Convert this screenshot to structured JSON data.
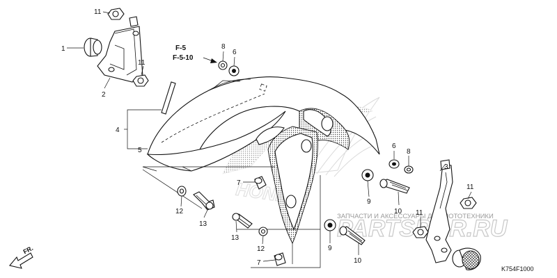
{
  "callouts": {
    "c1": "1",
    "c2": "2",
    "c3": "3",
    "c4": "4",
    "c5": "5",
    "c6a": "6",
    "c6b": "6",
    "c7a": "7",
    "c7b": "7",
    "c8a": "8",
    "c8b": "8",
    "c9a": "9",
    "c9b": "9",
    "c10a": "10",
    "c10b": "10",
    "c11a": "11",
    "c11b": "11",
    "c11c": "11",
    "c11d": "11",
    "c12a": "12",
    "c12b": "12",
    "c13a": "13",
    "c13b": "13"
  },
  "references": [
    "F-5",
    "F-5-10"
  ],
  "watermark": {
    "brand": "PARTSPOR.RU",
    "tagline": "ЗАПЧАСТИ И АКСЕССУАРЫ ДЛЯ МОТОТЕХНИКИ",
    "logo_text": "HONDA"
  },
  "direction_label": "FR.",
  "diagram_code": "K754F1000"
}
